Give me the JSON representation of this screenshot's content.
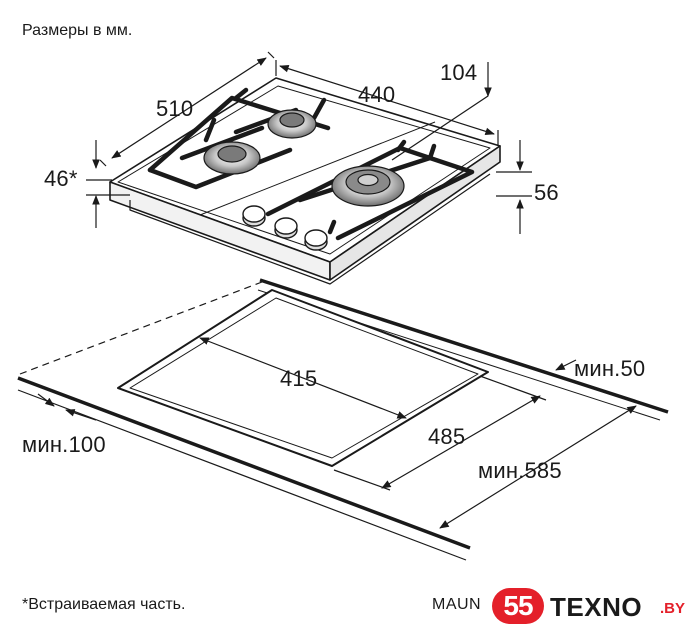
{
  "header": {
    "units_note": "Размеры в мм."
  },
  "dimensions": {
    "depth": "510",
    "width": "440",
    "top_offset": "104",
    "height_built_in": "46*",
    "height_total": "56",
    "cutout_width": "415",
    "cutout_depth": "485",
    "min_rear_gap": "мин.50",
    "min_front_gap": "мин.100",
    "min_countertop_depth": "мин.585"
  },
  "footer": {
    "footnote": "*Встраиваемая часть.",
    "maker": "MAUN",
    "logo_number": "55",
    "logo_word": "TEXNO",
    "logo_tld": ".BY",
    "logo_color": "#e4202a"
  }
}
